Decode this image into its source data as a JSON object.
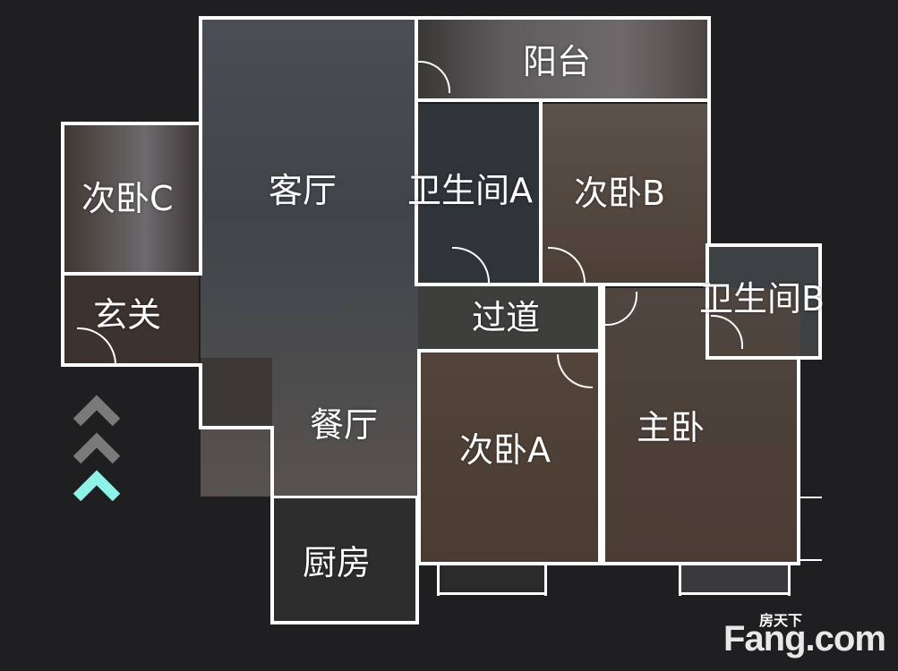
{
  "rooms": {
    "balcony": "阳台",
    "living_room": "客厅",
    "bathroom_a": "卫生间A",
    "bedroom_b": "次卧B",
    "bedroom_c": "次卧C",
    "foyer": "玄关",
    "hallway": "过道",
    "bathroom_b": "卫生间B",
    "dining_room": "餐厅",
    "bedroom_a": "次卧A",
    "master_bedroom": "主卧",
    "kitchen": "厨房"
  },
  "watermark": {
    "brand_small": "房天下",
    "brand_main": "Fang.com"
  },
  "colors": {
    "background": "#1f1f21",
    "walls": "#ffffff",
    "arrow_active": "#8ef3e6",
    "arrow_inactive": "#7a7a7a"
  }
}
